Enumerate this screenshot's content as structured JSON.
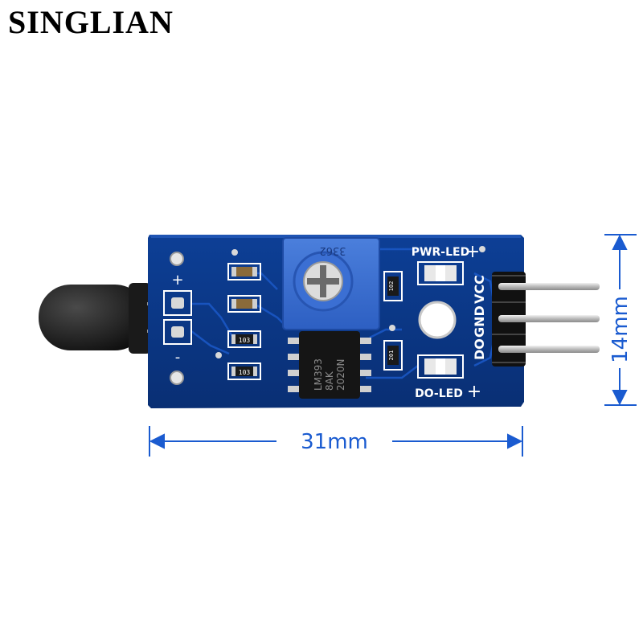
{
  "brand": {
    "name": "SINGLIAN"
  },
  "board": {
    "pcb_color": "#0c3a8c",
    "header_pins": [
      "DO",
      "GND",
      "VCC"
    ],
    "led_labels": {
      "power": "PWR-LED",
      "output": "DO-LED"
    },
    "chip": {
      "lines": [
        "LM393",
        "8AK",
        "2020N"
      ]
    },
    "potentiometer": {
      "code": "3362"
    },
    "resistor_codes": [
      "103",
      "102",
      "201"
    ],
    "polarity_marks": [
      "+",
      "-"
    ]
  },
  "dimensions": {
    "width": "31mm",
    "height": "14mm",
    "color": "#1a5bd0"
  }
}
